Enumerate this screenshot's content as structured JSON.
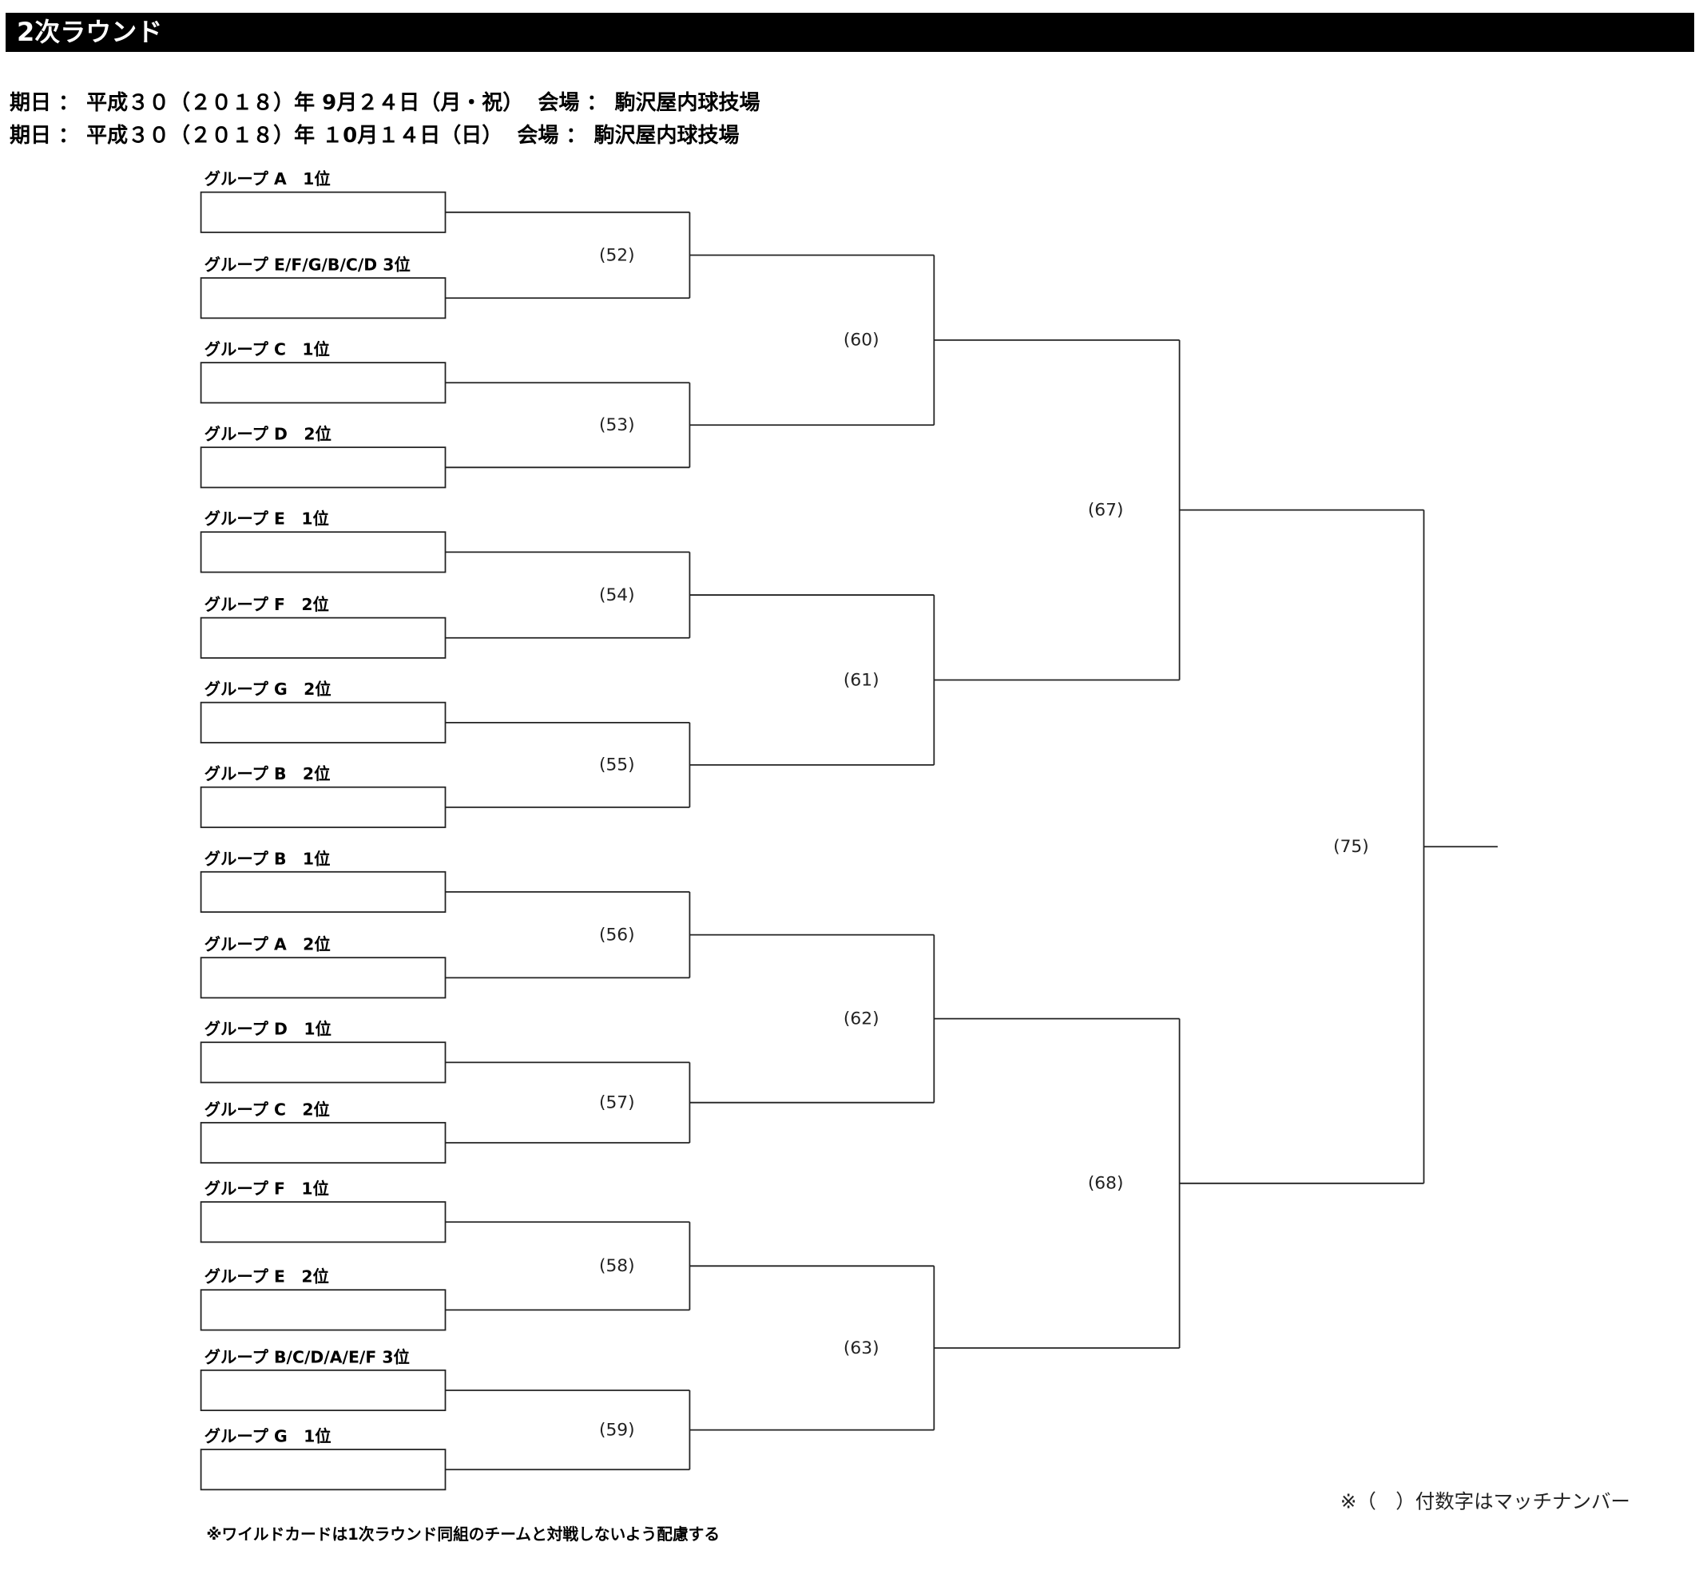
{
  "title": "2次ラウンド",
  "schedule": [
    "期日 ： 平成３０（２０１８）年 9月２４日（月・祝）  会場 ： 駒沢屋内球技場",
    "期日 ： 平成３０（２０１８）年 １0月１４日（日）  会場 ： 駒沢屋内球技場"
  ],
  "bracket": {
    "slots": [
      "グループ A　1位",
      "グループ E/F/G/B/C/D  3位",
      "グループ C　1位",
      "グループ D　2位",
      "グループ E　1位",
      "グループ F　2位",
      "グループ G　2位",
      "グループ B　2位",
      "グループ B　1位",
      "グループ A　2位",
      "グループ D　1位",
      "グループ C　2位",
      "グループ F　1位",
      "グループ E　2位",
      "グループ B/C/D/A/E/F  3位",
      "グループ G　1位"
    ],
    "matches": {
      "round1": [
        "(52)",
        "(53)",
        "(54)",
        "(55)",
        "(56)",
        "(57)",
        "(58)",
        "(59)"
      ],
      "round2": [
        "(60)",
        "(61)",
        "(62)",
        "(63)"
      ],
      "round3": [
        "(67)",
        "(68)"
      ],
      "final": [
        "(75)"
      ]
    }
  },
  "notes": {
    "match_number": "※（　）付数字はマッチナンバー",
    "wildcard": "※ワイルドカードは1次ラウンド同組のチームと対戦しないよう配慮する"
  }
}
